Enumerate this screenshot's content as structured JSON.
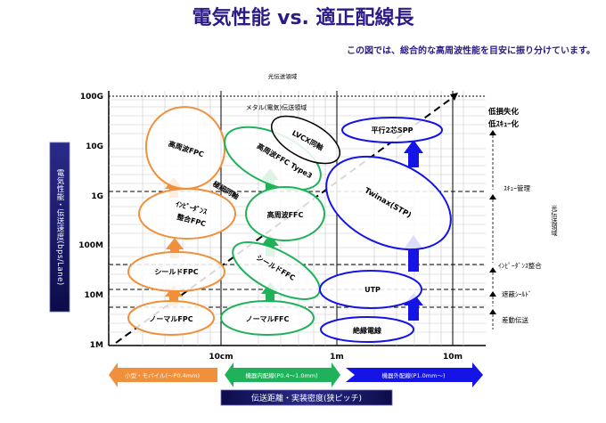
{
  "title": "電気性能 vs. 適正配線長",
  "subtitle": "この図では、総合的な高周波性能を目安に振り分けています。",
  "optical_region_top": "光伝送領域",
  "metal_region": "メタル(電気)伝送領域",
  "y_axis_title": "電気性能・伝送速度(bps/Lane)",
  "y_ticks": [
    "100G",
    "10G",
    "1G",
    "100M",
    "10M",
    "1M"
  ],
  "x_ticks": [
    "10cm",
    "1m",
    "10m"
  ],
  "x_axis_title": "伝送距離・実装密度(狭ピッチ)",
  "bands": {
    "orange": "小型・モバイル(〜P0.4mm)",
    "green": "機器内配線(P0.4〜1.0mm)",
    "blue": "機器外配線(P1.0mm〜)"
  },
  "right_labels": {
    "loss": "低損失化",
    "skew": "低ｽｷｭｰ化",
    "skew_mgmt": "ｽｷｭｰ管理",
    "impedance": "ｲﾝﾋﾟｰﾀﾞﾝｽ整合",
    "shield": "遮蔽ｼｰﾙﾄﾞ",
    "diff": "差動伝送",
    "optical_side": "光伝送領域"
  },
  "ovals": {
    "hfpc": "高周波FPC",
    "imp_fpc_1": "ｲﾝﾋﾟｰﾀﾞﾝｽ",
    "imp_fpc_2": "整合FPC",
    "shield_fpc": "シールドFPC",
    "normal_fpc": "ノーマルFPC",
    "hffc_t3": "高周波FFC Type3",
    "hffc": "高周波FFC",
    "shield_ffc": "シールドFFC",
    "normal_ffc": "ノーマルFFC",
    "lvcx": "LVCX同軸",
    "micro_coax": "極細同軸",
    "stp": "平行2芯SPP",
    "twinax": "Twinax(STP)",
    "utp": "UTP",
    "insulated": "絶縁電線"
  },
  "colors": {
    "title": "#2e1a86",
    "orange": "#f0903c",
    "green": "#1fb25a",
    "blue": "#1414e6",
    "navy": "#1b1b6e"
  }
}
